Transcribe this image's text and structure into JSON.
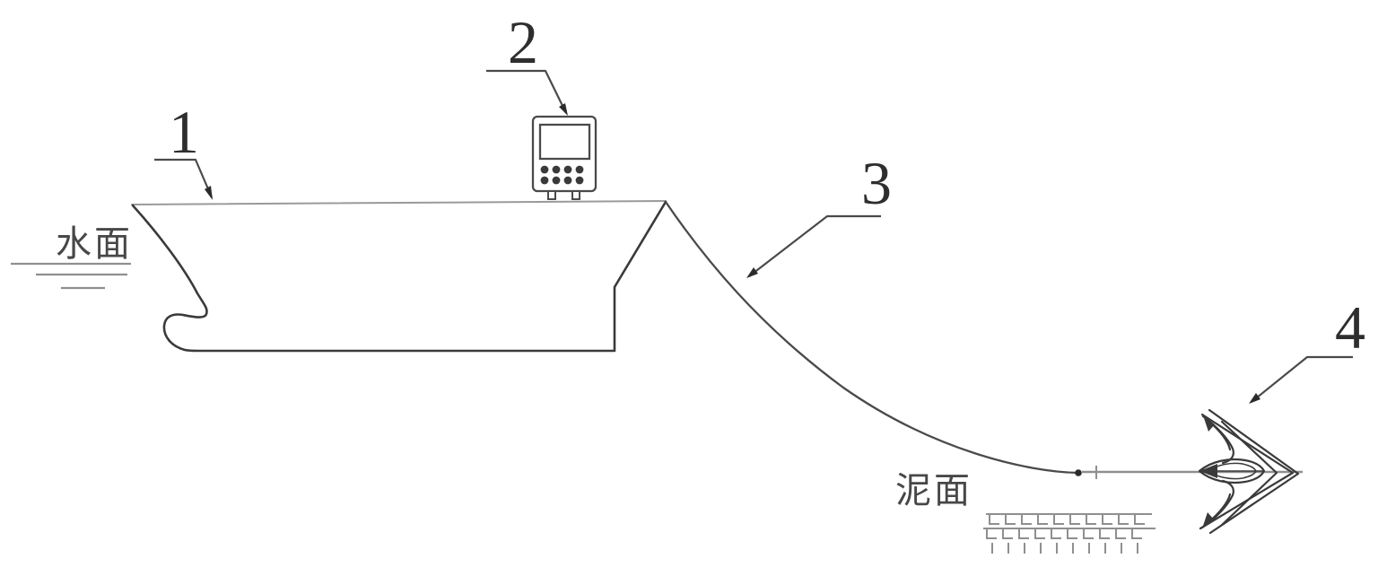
{
  "figure": {
    "labels": {
      "part1": "1",
      "part2": "2",
      "part3": "3",
      "part4": "4"
    },
    "annotations": {
      "water_surface": "水面",
      "mud_surface": "泥面"
    },
    "colors": {
      "line_dark": "#3a3a3a",
      "line_medium": "#4a4a4a",
      "line_gray": "#8f8f8f",
      "deck_gray": "#9a9a9a",
      "text_dark": "#2e2e2e",
      "cjk_text": "#474747",
      "background": "#ffffff"
    }
  }
}
